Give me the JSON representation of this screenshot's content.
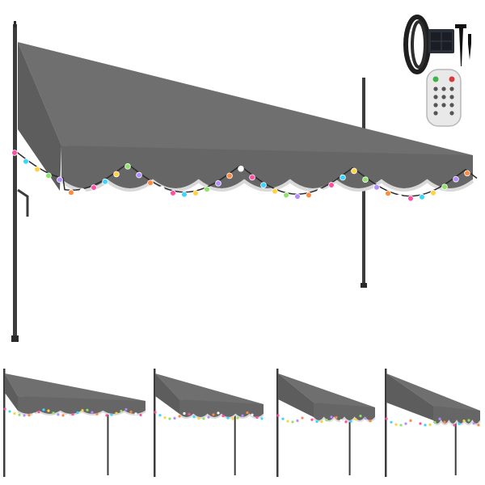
{
  "image": {
    "subject": "retractable-awning-with-led-string-lights",
    "colors": {
      "canopy": "#6f6f6f",
      "canopy_dark": "#5d5d5d",
      "valance": "#666666",
      "valance_trim": "#d9d9d9",
      "pole": "#3c3c3c",
      "wire": "#2a2a2a",
      "background": "#ffffff"
    },
    "light_colors": [
      "#ff4fa3",
      "#39d6ff",
      "#ffd23f",
      "#8fe36a",
      "#b38cff",
      "#ff8a3d",
      "#ffffff"
    ],
    "accessories": {
      "icons": [
        "solar-panel-icon",
        "light-string-coil-icon",
        "ground-stake-icon",
        "remote-control-icon"
      ]
    },
    "thumbnails": [
      {
        "name": "awning-angle-1"
      },
      {
        "name": "awning-angle-2"
      },
      {
        "name": "awning-angle-3"
      },
      {
        "name": "awning-angle-4"
      }
    ]
  }
}
